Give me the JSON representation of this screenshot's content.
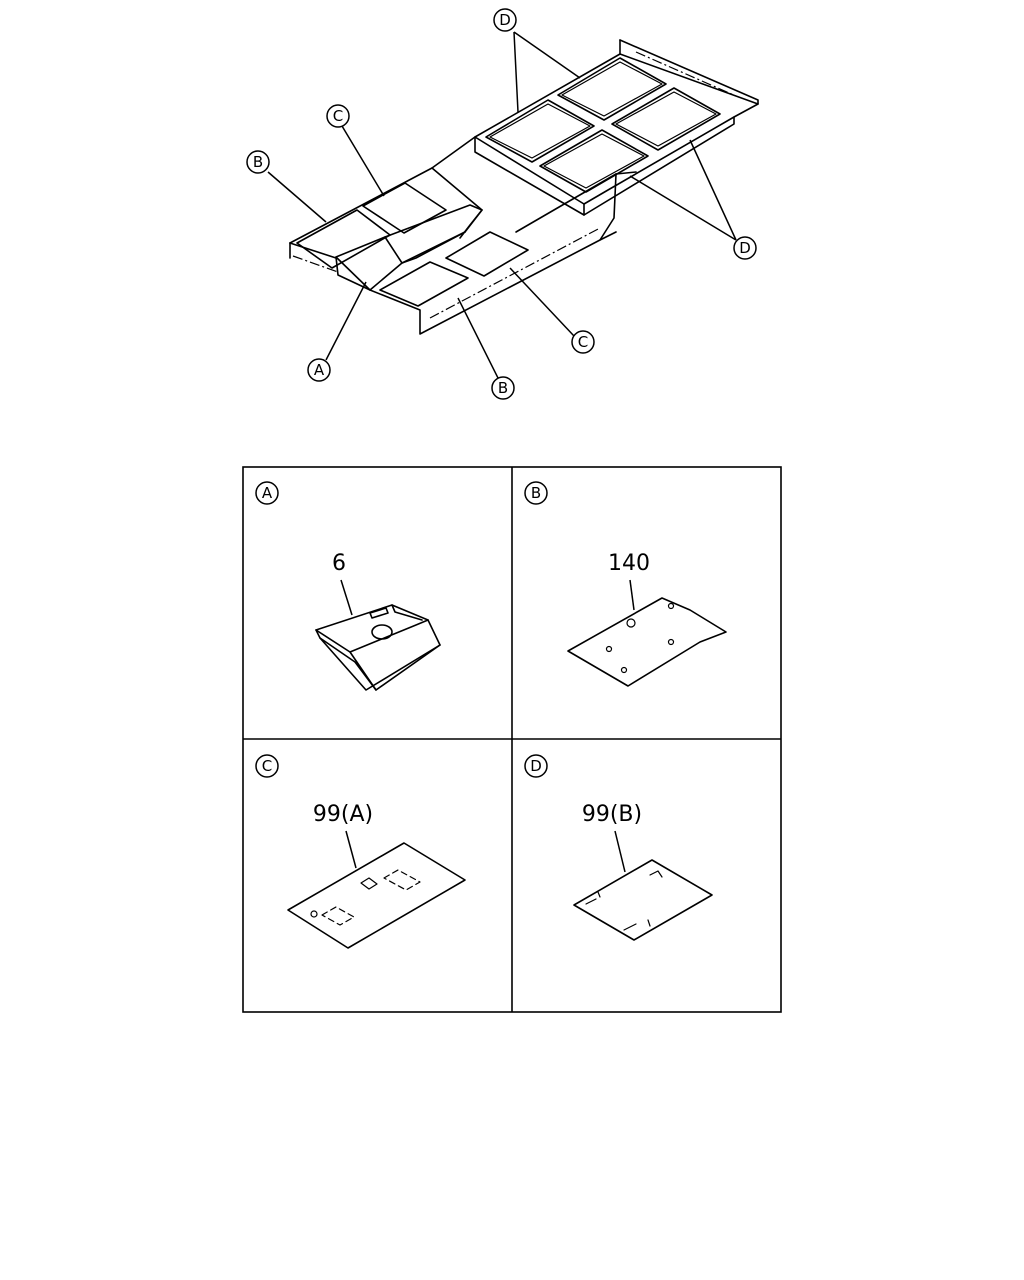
{
  "overview": {
    "callouts": [
      {
        "id": "callout-d-top",
        "letter": "D"
      },
      {
        "id": "callout-c-top",
        "letter": "C"
      },
      {
        "id": "callout-b-top",
        "letter": "B"
      },
      {
        "id": "callout-d-right",
        "letter": "D"
      },
      {
        "id": "callout-c-bottom",
        "letter": "C"
      },
      {
        "id": "callout-a",
        "letter": "A"
      },
      {
        "id": "callout-b-bottom",
        "letter": "B"
      }
    ]
  },
  "panels": [
    {
      "letter": "A",
      "part_number": "6"
    },
    {
      "letter": "B",
      "part_number": "140"
    },
    {
      "letter": "C",
      "part_number": "99(A)"
    },
    {
      "letter": "D",
      "part_number": "99(B)"
    }
  ]
}
